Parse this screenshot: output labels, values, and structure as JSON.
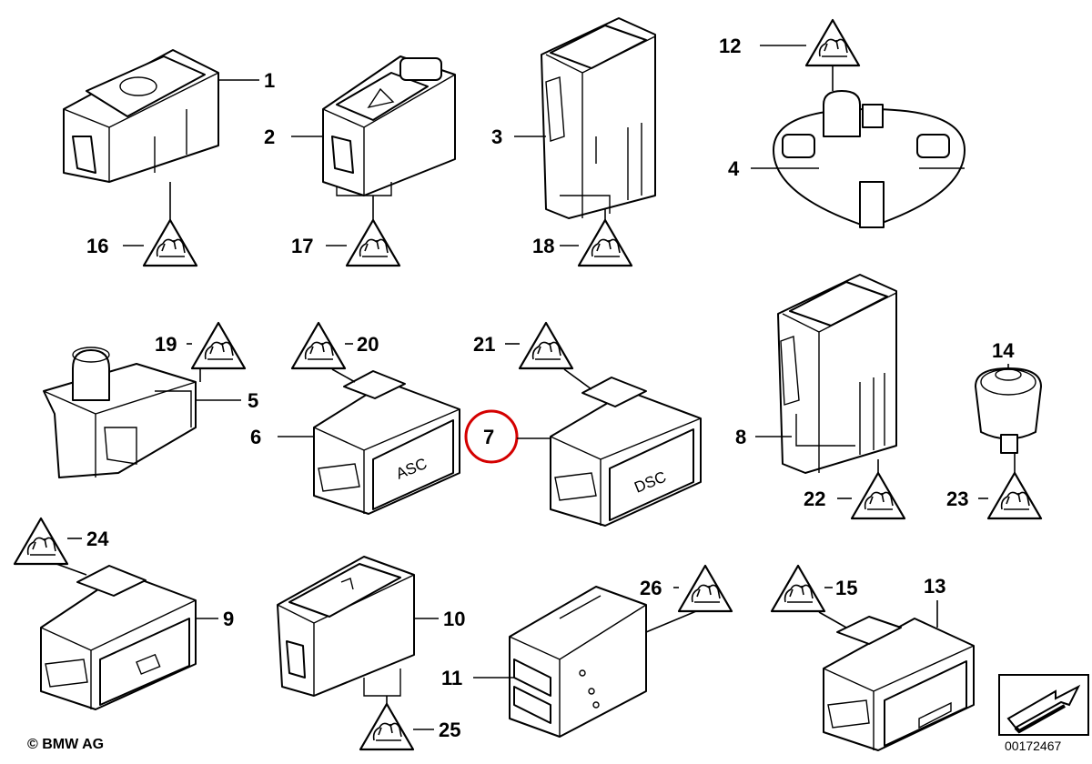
{
  "callouts": {
    "n1": "1",
    "n2": "2",
    "n3": "3",
    "n4": "4",
    "n5": "5",
    "n6": "6",
    "n7": "7",
    "n8": "8",
    "n9": "9",
    "n10": "10",
    "n11": "11",
    "n12": "12",
    "n13": "13",
    "n14": "14",
    "n15": "15",
    "n16": "16",
    "n17": "17",
    "n18": "18",
    "n19": "19",
    "n20": "20",
    "n21": "21",
    "n22": "22",
    "n23": "23",
    "n24": "24",
    "n25": "25",
    "n26": "26"
  },
  "switch_labels": {
    "asc": "ASC",
    "dsc": "DSC"
  },
  "highlight": {
    "callout": "7",
    "color": "#d40000"
  },
  "footer": {
    "copyright": "© BMW AG",
    "image_id": "00172467"
  }
}
